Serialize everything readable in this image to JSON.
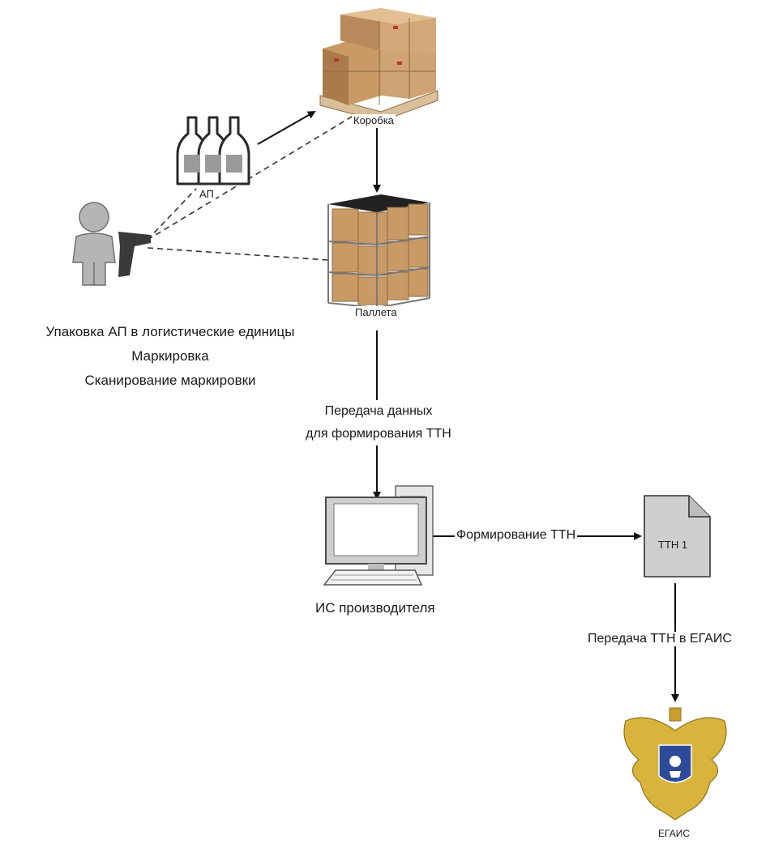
{
  "nodes": {
    "bottles": {
      "label": "АП"
    },
    "box": {
      "label": "Коробка"
    },
    "pallet": {
      "label": "Паллета"
    },
    "computer": {
      "label": "ИС производителя"
    },
    "document": {
      "label": "ТТН 1"
    },
    "egais": {
      "label": "ЕГАИС"
    }
  },
  "packing_caption": {
    "lines": [
      "Упаковка АП в логистические единицы",
      "Маркировка",
      "Сканирование маркировки"
    ]
  },
  "edges": {
    "pallet_to_computer": {
      "lines": [
        "Передача данных",
        "для формирования ТТН"
      ]
    },
    "computer_to_document": {
      "label": "Формирование ТТН"
    },
    "document_to_egais": {
      "label": "Передача ТТН в ЕГАИС"
    }
  },
  "colors": {
    "line": "#111111",
    "person": "#b5b5b5",
    "person_stroke": "#6e6e6e",
    "cardboard": "#c99a66",
    "cardboard_dark": "#a97b4a",
    "pallet_wood": "#d9c09a",
    "document_fill": "#cfcfcf",
    "computer_gray": "#d0d0d0",
    "emblem_gold": "#d8b43c",
    "emblem_blue": "#2e4b9a"
  }
}
